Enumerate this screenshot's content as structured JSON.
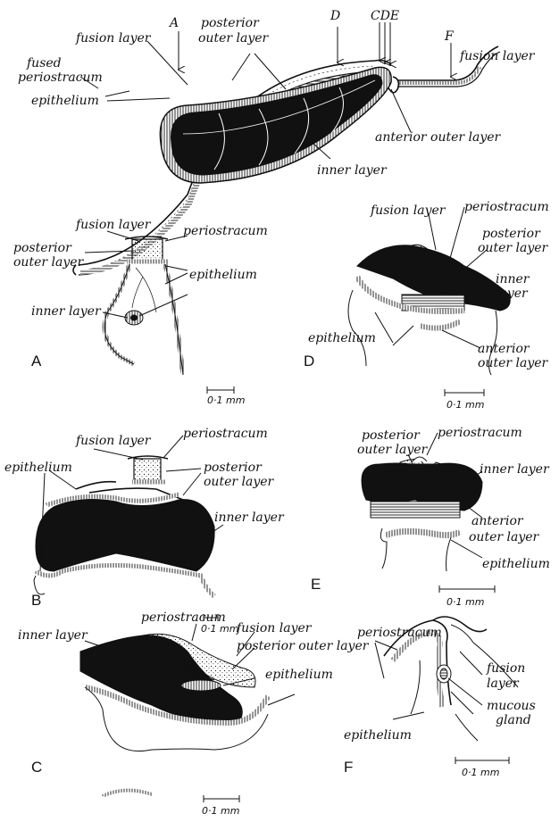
{
  "top": {
    "fusion_layer_left": "fusion layer",
    "fused_periostracum_1": "fused",
    "fused_periostracum_2": "periostracum",
    "epithelium": "epithelium",
    "marker_A": "A",
    "posterior_outer_1": "posterior",
    "posterior_outer_2": "outer layer",
    "marker_D": "D",
    "marker_CDE": "CDE",
    "marker_F": "F",
    "fusion_layer_right": "fusion layer",
    "anterior_outer_layer": "anterior outer layer",
    "inner_layer": "inner layer"
  },
  "panel_A": {
    "letter": "A",
    "fusion_layer": "fusion layer",
    "periostracum": "periostracum",
    "posterior_outer_1": "posterior",
    "posterior_outer_2": "outer layer",
    "epithelium": "epithelium",
    "inner_layer": "inner layer",
    "scale": "0·1 mm"
  },
  "panel_B": {
    "letter": "B",
    "fusion_layer": "fusion layer",
    "periostracum": "periostracum",
    "epithelium": "epithelium",
    "posterior_outer_1": "posterior",
    "posterior_outer_2": "outer layer",
    "inner_layer": "inner layer",
    "scale": "0·1 mm"
  },
  "panel_C": {
    "letter": "C",
    "inner_layer": "inner layer",
    "periostracum": "periostracum",
    "fusion_layer": "fusion layer",
    "posterior_outer_layer": "posterior outer layer",
    "epithelium": "epithelium",
    "scale": "0·1 mm"
  },
  "panel_D": {
    "letter": "D",
    "fusion_layer": "fusion layer",
    "periostracum": "periostracum",
    "posterior_outer_1": "posterior",
    "posterior_outer_2": "outer layer",
    "inner_1": "inner",
    "inner_2": "layer",
    "epithelium": "epithelium",
    "anterior_outer_1": "anterior",
    "anterior_outer_2": "outer layer",
    "scale": "0·1 mm"
  },
  "panel_E": {
    "letter": "E",
    "posterior_outer_1": "posterior",
    "posterior_outer_2": "outer layer",
    "periostracum": "periostracum",
    "inner_layer": "inner layer",
    "anterior_outer_1": "anterior",
    "anterior_outer_2": "outer layer",
    "epithelium": "epithelium",
    "scale": "0·1 mm"
  },
  "panel_F": {
    "letter": "F",
    "periostracum": "periostracum",
    "fusion_1": "fusion",
    "fusion_2": "layer",
    "mucous_1": "mucous",
    "mucous_2": "gland",
    "epithelium": "epithelium",
    "scale": "0·1 mm"
  },
  "colors": {
    "ink": "#111111",
    "paper": "#ffffff"
  }
}
